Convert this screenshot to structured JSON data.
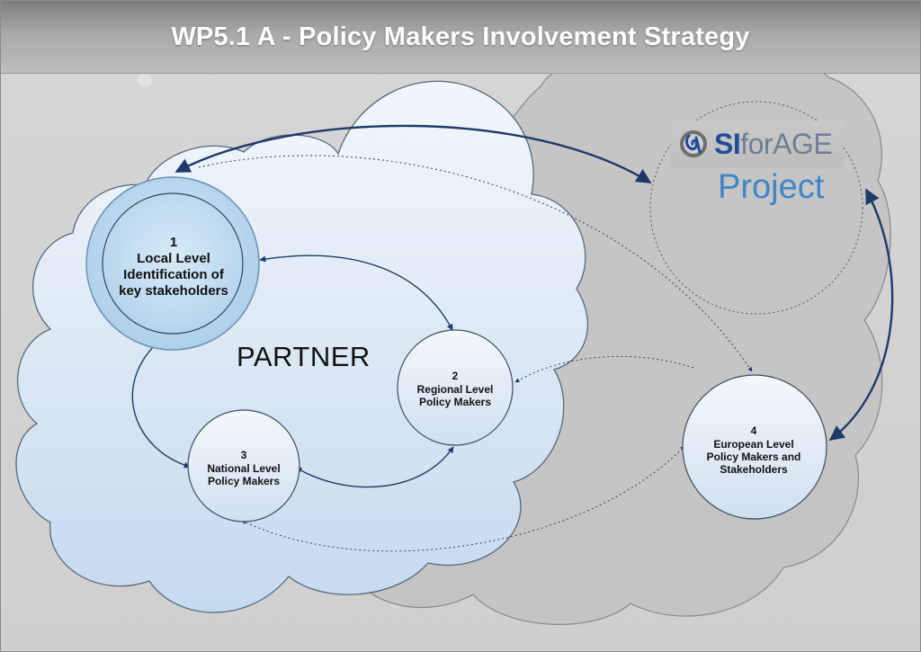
{
  "title": "WP5.1 A - Policy Makers Involvement Strategy",
  "partner_label": "PARTNER",
  "logo": {
    "prefix": "SI",
    "suffix": "forAGE",
    "icon": "siforage-logo-icon"
  },
  "project_label": "Project",
  "nodes": [
    {
      "number": "1",
      "lines": [
        "Local Level",
        "Identification of",
        "key stakeholders"
      ]
    },
    {
      "number": "2",
      "lines": [
        "Regional Level",
        "Policy Makers"
      ]
    },
    {
      "number": "3",
      "lines": [
        "National Level",
        "Policy Makers"
      ]
    },
    {
      "number": "4",
      "lines": [
        "European Level",
        "Policy Makers and",
        "Stakeholders"
      ]
    }
  ],
  "colors": {
    "partner_cloud": "#dde9f5",
    "project_cloud": "#c4c4c4",
    "node_fill": "#e6eef7",
    "node1_fill": "#b9d8ee",
    "arrow": "#1d3a6b",
    "title_text": "#ffffff"
  }
}
